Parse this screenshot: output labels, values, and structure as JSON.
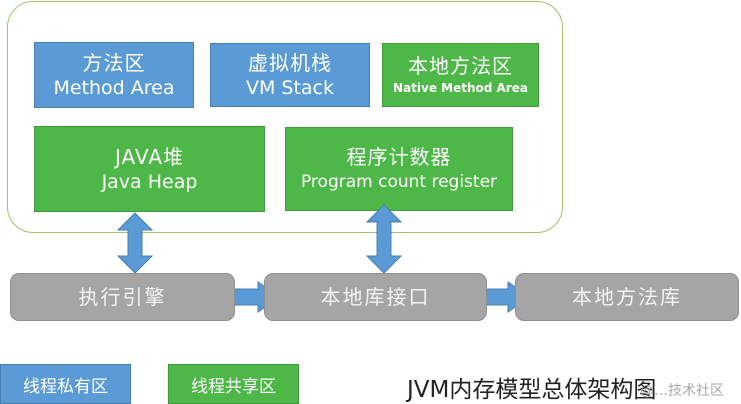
{
  "diagram": {
    "title": "JVM内存模型总体架构图",
    "watermark": "@…技术社区",
    "memory_areas": {
      "method_area": {
        "zh": "方法区",
        "en": "Method Area",
        "category": "shared"
      },
      "vm_stack": {
        "zh": "虚拟机栈",
        "en": "VM Stack",
        "category": "private"
      },
      "native_method_area": {
        "zh": "本地方法区",
        "en": "Native Method Area",
        "category": "shared"
      },
      "java_heap": {
        "zh": "JAVA堆",
        "en": "Java Heap",
        "category": "shared"
      },
      "program_counter": {
        "zh": "程序计数器",
        "en": "Program count register",
        "category": "shared"
      }
    },
    "execution_row": [
      {
        "id": "engine",
        "label": "执行引擎"
      },
      {
        "id": "native_interface",
        "label": "本地库接口"
      },
      {
        "id": "native_library",
        "label": "本地方法库"
      }
    ],
    "connections": [
      {
        "from": "java_heap",
        "to": "engine",
        "type": "bidirectional"
      },
      {
        "from": "program_counter",
        "to": "native_interface",
        "type": "bidirectional"
      },
      {
        "from": "engine",
        "to": "native_interface",
        "type": "directed"
      },
      {
        "from": "native_interface",
        "to": "native_library",
        "type": "directed"
      }
    ],
    "legend": [
      {
        "label": "线程私有区",
        "color": "#5b9bd5"
      },
      {
        "label": "线程共享区",
        "color": "#4db848"
      }
    ],
    "colors": {
      "private": "#5b9bd5",
      "shared": "#4db848",
      "execution": "#a5a5a5",
      "container_border": "#9cc36b",
      "arrow": "#5b9bd5"
    }
  }
}
